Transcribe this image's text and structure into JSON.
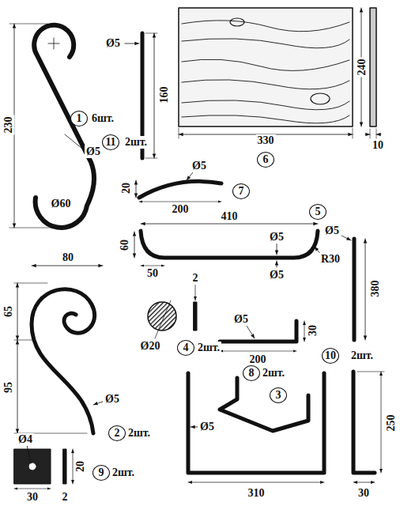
{
  "diagram": {
    "labels": [
      "230",
      "1",
      "6шт.",
      "Ø5",
      "Ø60",
      "Ø5",
      "160",
      "11",
      "2шт.",
      "240",
      "330",
      "10",
      "6",
      "20",
      "Ø5",
      "200",
      "7",
      "410",
      "5",
      "60",
      "50",
      "Ø5",
      "Ø5",
      "R30",
      "Ø5",
      "380",
      "10",
      "2шт.",
      "80",
      "65",
      "95",
      "Ø5",
      "2",
      "2шт.",
      "2",
      "Ø20",
      "4",
      "2шт.",
      "Ø5",
      "200",
      "30",
      "8",
      "2шт.",
      "3",
      "Ø5",
      "310",
      "250",
      "30",
      "Ø4",
      "20",
      "30",
      "2",
      "9",
      "2шт."
    ]
  }
}
